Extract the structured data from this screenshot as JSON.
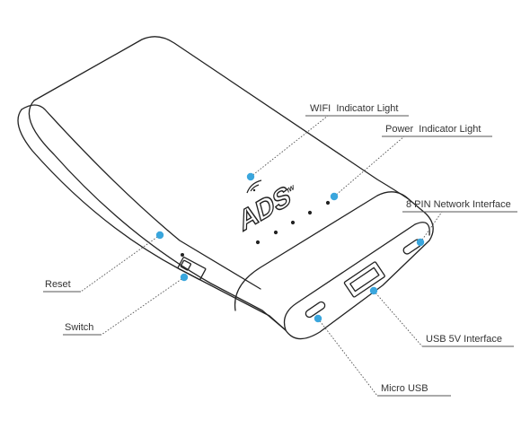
{
  "brand": {
    "logo_text": "ADS",
    "logo_suffix": "IW"
  },
  "colors": {
    "callout_dot": "#3aa6dd",
    "outline": "#222222",
    "text": "#333333"
  },
  "callouts": [
    {
      "id": "wifi-indicator",
      "label": "WIFI  Indicator Light"
    },
    {
      "id": "power-indicator",
      "label": "Power  Indicator Light"
    },
    {
      "id": "network-interface",
      "label": "8 PIN Network Interface"
    },
    {
      "id": "reset",
      "label": "Reset"
    },
    {
      "id": "switch",
      "label": "Switch"
    },
    {
      "id": "usb-5v",
      "label": "USB 5V Interface"
    },
    {
      "id": "micro-usb",
      "label": "Micro USB"
    }
  ]
}
